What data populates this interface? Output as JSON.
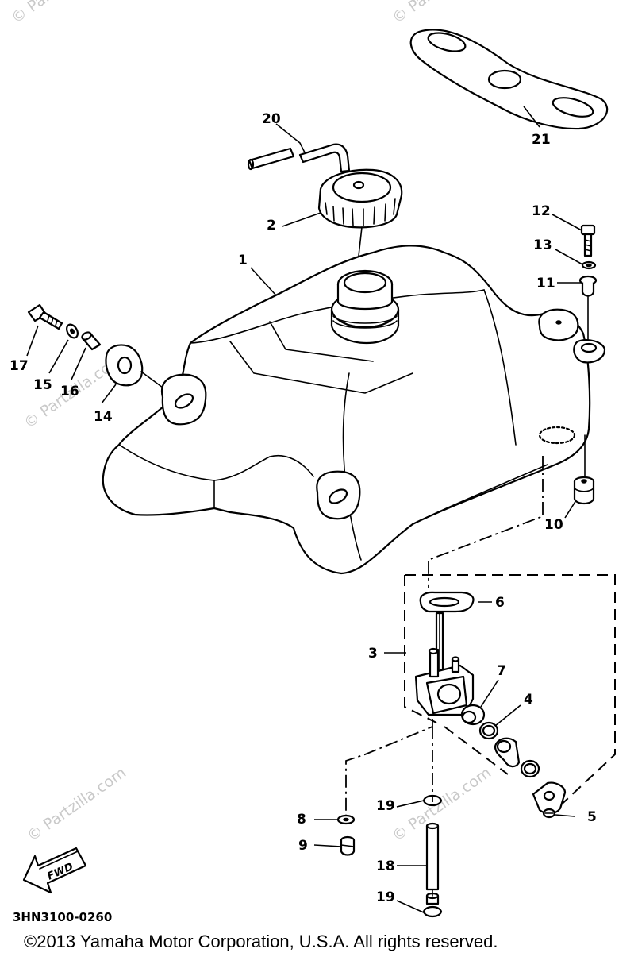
{
  "callouts": {
    "c1": "1",
    "c2": "2",
    "c3": "3",
    "c4": "4",
    "c5": "5",
    "c6": "6",
    "c7": "7",
    "c8": "8",
    "c9": "9",
    "c10": "10",
    "c11": "11",
    "c12": "12",
    "c13": "13",
    "c14": "14",
    "c15": "15",
    "c16": "16",
    "c17": "17",
    "c18": "18",
    "c19a": "19",
    "c19b": "19",
    "c20": "20",
    "c21": "21"
  },
  "watermark": "© Partzilla.com",
  "fwd_label": "FWD",
  "diagram_code": "3HN3100-0260",
  "copyright": "©2013 Yamaha Motor Corporation, U.S.A. All rights reserved."
}
